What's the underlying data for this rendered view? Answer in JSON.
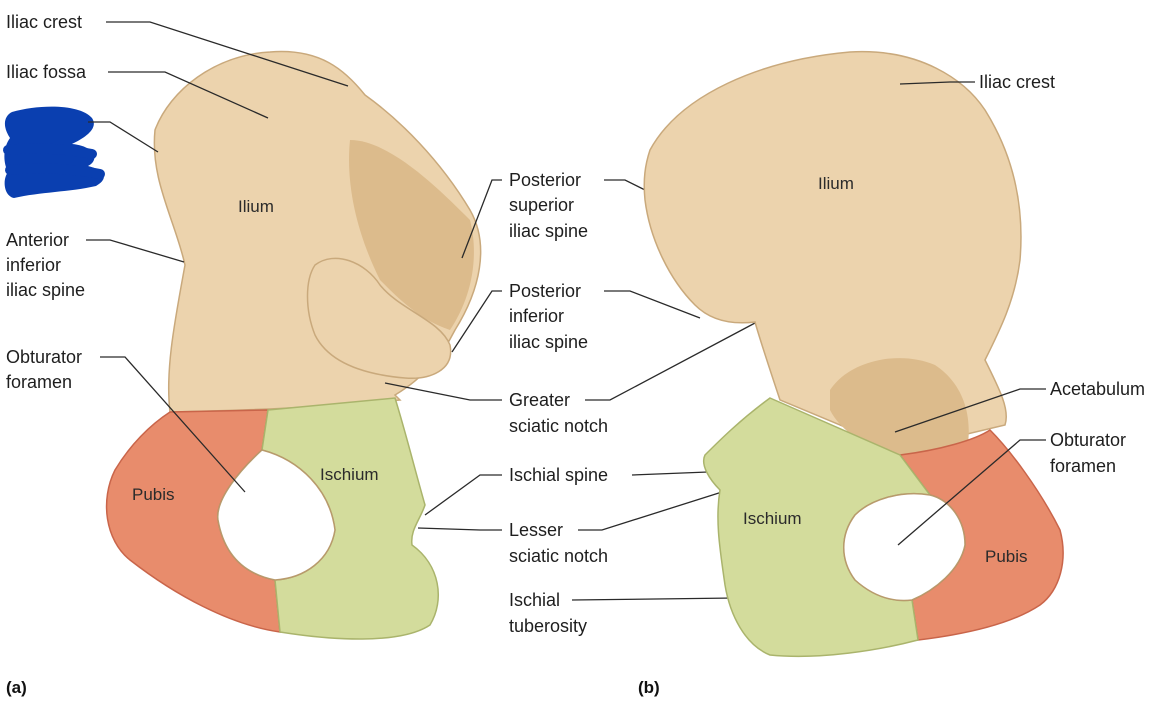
{
  "panels": {
    "a": {
      "panel_label": "(a)",
      "labels": {
        "iliac_crest": "Iliac crest",
        "iliac_fossa": "Iliac fossa",
        "anterior_inferior_iliac_spine": [
          "Anterior",
          "inferior",
          "iliac spine"
        ],
        "obturator_foramen": [
          "Obturator",
          "foramen"
        ],
        "posterior_superior_iliac_spine": [
          "Posterior",
          "superior",
          "iliac spine"
        ],
        "posterior_inferior_iliac_spine": [
          "Posterior",
          "inferior",
          "iliac spine"
        ],
        "greater_sciatic_notch": [
          "Greater",
          "sciatic notch"
        ],
        "ischial_spine": "Ischial spine",
        "lesser_sciatic_notch": [
          "Lesser",
          "sciatic notch"
        ],
        "ischial_tuberosity": [
          "Ischial",
          "tuberosity"
        ]
      },
      "bone_parts": {
        "ilium": "Ilium",
        "ischium": "Ischium",
        "pubis": "Pubis"
      }
    },
    "b": {
      "panel_label": "(b)",
      "labels": {
        "iliac_crest": "Iliac crest",
        "acetabulum": "Acetabulum",
        "obturator_foramen": [
          "Obturator",
          "foramen"
        ]
      },
      "bone_parts": {
        "ilium": "Ilium",
        "ischium": "Ischium",
        "pubis": "Pubis"
      }
    }
  },
  "colors": {
    "ilium": "#ecd3ad",
    "ischium": "#d3dc9c",
    "pubis": "#e88c6c",
    "redaction": "#0a3fb0"
  }
}
